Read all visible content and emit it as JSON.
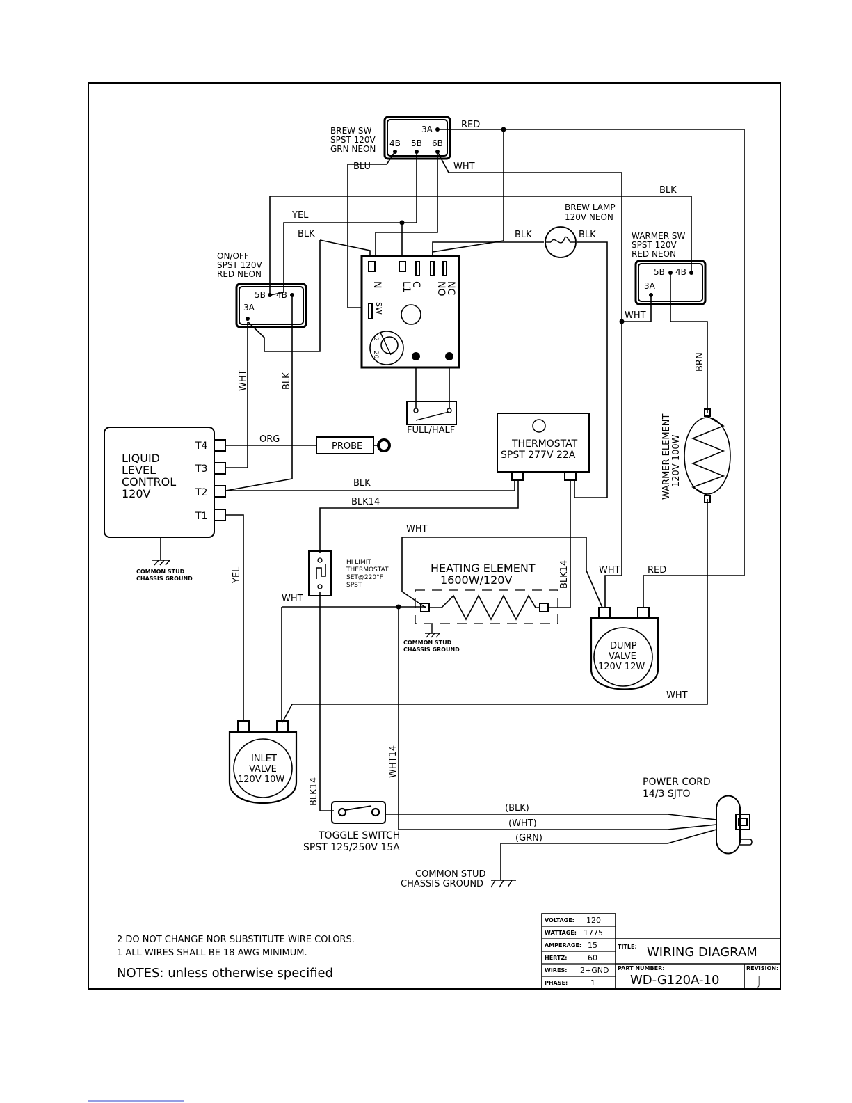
{
  "components": {
    "brew_sw": {
      "line1": "BREW SW",
      "line2": "SPST 120V",
      "line3": "GRN NEON",
      "t3a": "3A",
      "t4b": "4B",
      "t5b": "5B",
      "t6b": "6B"
    },
    "onoff_sw": {
      "line1": "ON/OFF",
      "line2": "SPST 120V",
      "line3": "RED NEON",
      "t5b": "5B",
      "t4b": "4B",
      "t3a": "3A"
    },
    "warmer_sw": {
      "line1": "WARMER SW",
      "line2": "SPST 120V",
      "line3": "RED NEON",
      "t5b": "5B",
      "t4b": "4B",
      "t3a": "3A"
    },
    "brew_lamp": {
      "line1": "BREW LAMP",
      "line2": "120V NEON"
    },
    "timer": {
      "n": "N",
      "c": "C",
      "l1": "L1",
      "no": "NO",
      "nc": "NC",
      "sw": "SW",
      "dial_a": "2",
      "dial_b": "20"
    },
    "full_half": {
      "label": "FULL/HALF"
    },
    "liquid_level": {
      "line1": "LIQUID",
      "line2": "LEVEL",
      "line3": "CONTROL",
      "line4": "120V",
      "t4": "T4",
      "t3": "T3",
      "t2": "T2",
      "t1": "T1"
    },
    "probe": {
      "label": "PROBE"
    },
    "thermostat": {
      "line1": "THERMOSTAT",
      "line2": "SPST 277V 22A"
    },
    "warmer_element": {
      "line1": "WARMER ELEMENT",
      "line2": "120V 100W"
    },
    "hi_limit": {
      "line1": "HI LIMIT",
      "line2": "THERMOSTAT",
      "line3": "SET@220°F",
      "line4": "SPST"
    },
    "heating_element": {
      "line1": "HEATING ELEMENT",
      "line2": "1600W/120V"
    },
    "dump_valve": {
      "line1": "DUMP",
      "line2": "VALVE",
      "line3": "120V 12W"
    },
    "inlet_valve": {
      "line1": "INLET",
      "line2": "VALVE",
      "line3": "120V 10W"
    },
    "toggle_switch": {
      "line1": "TOGGLE SWITCH",
      "line2": "SPST 125/250V 15A"
    },
    "power_cord": {
      "line1": "POWER CORD",
      "line2": "14/3 SJTO"
    },
    "grounds": {
      "common_stud": "COMMON STUD",
      "chassis_ground": "CHASSIS GROUND"
    }
  },
  "wire_labels": {
    "red": "RED",
    "red2": "RED",
    "wht_brew": "WHT",
    "blu": "BLU",
    "blk_top": "BLK",
    "yel_top": "YEL",
    "blk_onoff": "BLK",
    "blk_lamp_l": "BLK",
    "blk_lamp_r": "BLK",
    "wht_warmer": "WHT",
    "brn": "BRN",
    "wht_v": "WHT",
    "blk_v": "BLK",
    "org": "ORG",
    "blk_t2": "BLK",
    "blk14": "BLK14",
    "wht_heat": "WHT",
    "blk14_v": "BLK14",
    "wht_dump": "WHT",
    "wht_mid": "WHT",
    "yel_v": "YEL",
    "wht_bottom": "WHT",
    "wht14": "WHT14",
    "blk14_toggle": "BLK14",
    "cord_blk": "(BLK)",
    "cord_wht": "(WHT)",
    "cord_grn": "(GRN)"
  },
  "notes": {
    "note2": "2   DO NOT CHANGE NOR SUBSTITUTE WIRE COLORS.",
    "note1": "1   ALL WIRES SHALL BE 18 AWG MINIMUM.",
    "heading": "NOTES:   unless otherwise specified"
  },
  "title_block": {
    "specs": [
      {
        "label": "VOLTAGE:",
        "value": "120"
      },
      {
        "label": "WATTAGE:",
        "value": "1775"
      },
      {
        "label": "AMPERAGE:",
        "value": "15"
      },
      {
        "label": "HERTZ:",
        "value": "60"
      },
      {
        "label": "WIRES:",
        "value": "2+GND"
      },
      {
        "label": "PHASE:",
        "value": "1"
      }
    ],
    "title_label": "TITLE:",
    "title": "WIRING DIAGRAM",
    "part_label": "PART NUMBER:",
    "part_number": "WD-G120A-10",
    "rev_label": "REVISION:",
    "revision": "J"
  }
}
